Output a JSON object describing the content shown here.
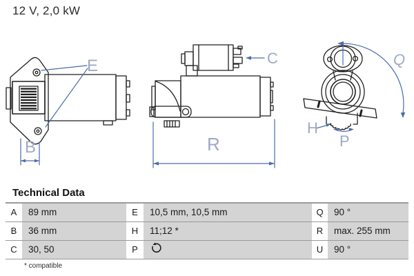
{
  "header": {
    "title": "12 V, 2,0 kW"
  },
  "diagram_labels": {
    "e": "E",
    "b": "B",
    "c": "C",
    "r": "R",
    "q": "Q",
    "h": "H",
    "p": "P"
  },
  "icons": {
    "rotation_direction": "counterclockwise-rotation-arrow"
  },
  "colors": {
    "dimension_line": "#4a6cab",
    "dimension_label": "#9fa9c5",
    "table_cell_gray": "#d4d4d4",
    "table_divider": "#999999",
    "drawing_stroke": "#1f1f1f"
  },
  "technical_data": {
    "heading": "Technical Data",
    "rows": [
      {
        "cells": [
          {
            "key": "A",
            "value": "89 mm"
          },
          {
            "key": "E",
            "value": "10,5 mm, 10,5 mm"
          },
          {
            "key": "Q",
            "value": "90 °"
          }
        ]
      },
      {
        "cells": [
          {
            "key": "B",
            "value": "36 mm"
          },
          {
            "key": "H",
            "value": "11;12 *"
          },
          {
            "key": "R",
            "value": "max. 255 mm"
          }
        ]
      },
      {
        "cells": [
          {
            "key": "C",
            "value": "30, 50"
          },
          {
            "key": "P",
            "value": "",
            "icon": "rotation-direction-icon"
          },
          {
            "key": "U",
            "value": "90 °"
          }
        ]
      }
    ],
    "footnote": "* compatible"
  }
}
